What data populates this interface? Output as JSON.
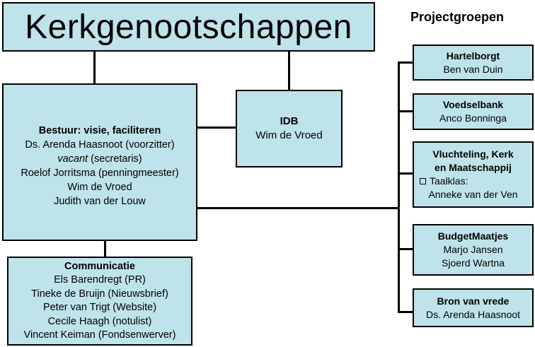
{
  "title": "Kerkgenootschappen",
  "projects_heading": "Projectgroepen",
  "bestuur": {
    "heading": "Bestuur: visie, faciliteren",
    "members": [
      {
        "name": "Ds. Arenda Haasnoot (voorzitter)"
      },
      {
        "name_italic": "vacant",
        "role": " (secretaris)"
      },
      {
        "name": "Roelof Jorritsma (penningmeester)"
      },
      {
        "name": "Wim de Vroed"
      },
      {
        "name": "Judith van der Louw"
      }
    ]
  },
  "idb": {
    "heading": "IDB",
    "member": "Wim de Vroed"
  },
  "communicatie": {
    "heading": "Communicatie",
    "members": [
      "Els Barendregt (PR)",
      "Tineke de Bruijn (Nieuwsbrief)",
      "Peter van Trigt (Website)",
      "Cecile Haagh (notulist)",
      "Vincent Keiman (Fondsenwerver)"
    ]
  },
  "projects": [
    {
      "heading_lines": [
        "Hartelborgt"
      ],
      "lines": [
        "Ben van Duin"
      ]
    },
    {
      "heading_lines": [
        "Voedselbank"
      ],
      "lines": [
        "Anco Bonninga"
      ]
    },
    {
      "heading_lines": [
        "Vluchteling, Kerk",
        "en Maatschappij"
      ],
      "sub_item": "Taalklas:",
      "lines": [
        "Anneke van der Ven"
      ]
    },
    {
      "heading_lines": [
        "BudgetMaatjes"
      ],
      "lines": [
        "Marjo Jansen",
        "Sjoerd Wartna"
      ]
    },
    {
      "heading_lines": [
        "Bron van vrede"
      ],
      "lines": [
        "Ds. Arenda Haasnoot"
      ]
    }
  ]
}
